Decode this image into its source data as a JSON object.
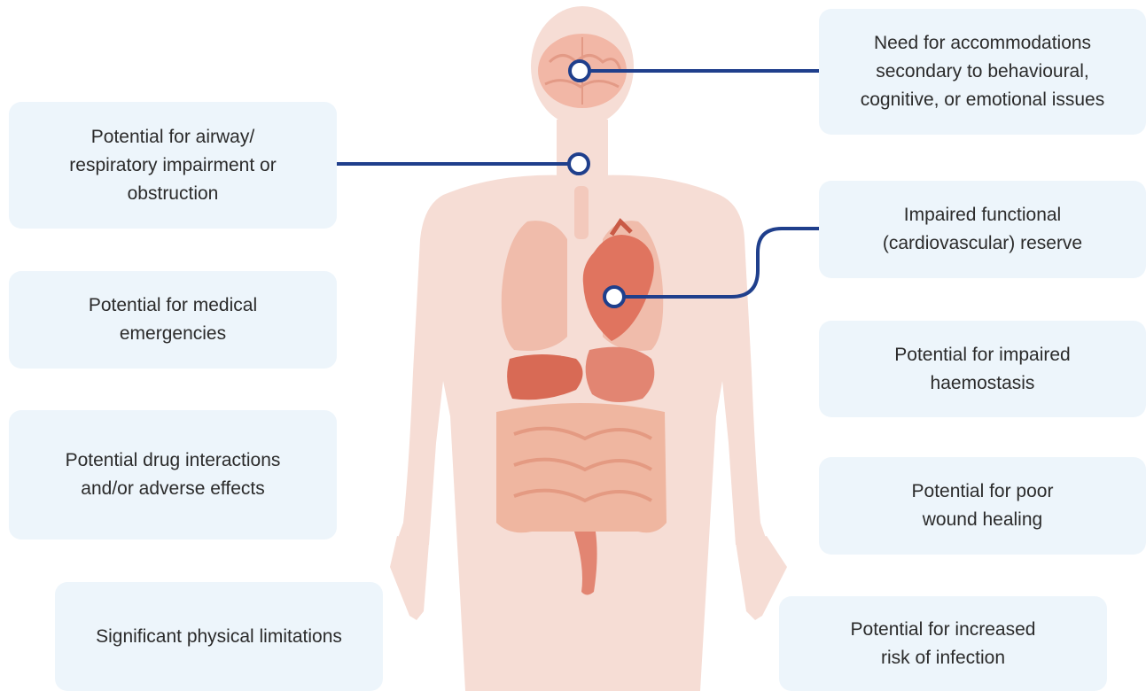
{
  "callouts": {
    "airway": "Potential for airway/ respiratory impairment or obstruction",
    "medical_emergencies": "Potential for medical emergencies",
    "drug_interactions": "Potential drug interactions and/or adverse effects",
    "physical_limitations": "Significant physical limitations",
    "accommodations": "Need for accommodations secondary to behavioural, cognitive, or emotional issues",
    "cardiovascular": "Impaired functional (cardiovascular) reserve",
    "haemostasis": "Potential for impaired haemostasis",
    "wound_healing": "Potential for poor wound healing",
    "infection": "Potential for increased risk of infection"
  },
  "colors": {
    "callout_background": "#edf5fb",
    "connector": "#1f3f8c",
    "body_skin": "#f6ddd5",
    "organ": "#e0745f",
    "brain": "#f2b7a6",
    "intestine": "#efb6a0"
  },
  "icons": {
    "figure": "human-body-anatomy-icon"
  }
}
